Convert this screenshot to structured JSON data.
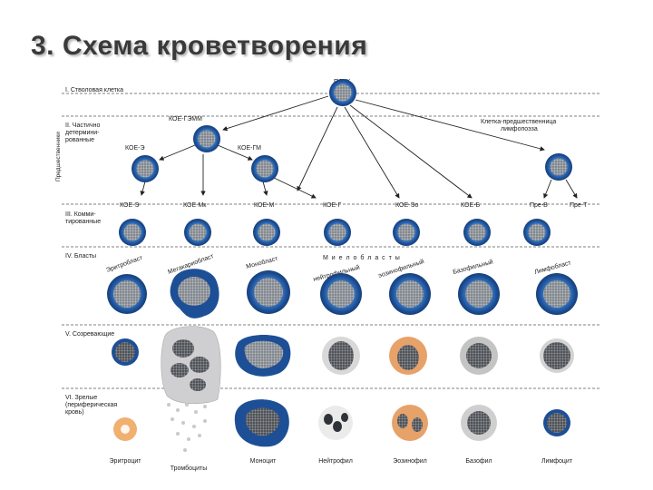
{
  "title": "3. Схема кроветворения",
  "side_label": "Предшественники",
  "rows": [
    {
      "label": [
        "I. Стволовая клетка"
      ]
    },
    {
      "label": [
        "II. Частично",
        "детермини-",
        "рованные"
      ]
    },
    {
      "label": [
        "III. Комми-",
        "тированные"
      ]
    },
    {
      "label": [
        "IV. Бласты"
      ]
    },
    {
      "label": [
        "V. Созревающие"
      ]
    },
    {
      "label": [
        "VI. Зрелые",
        "(периферическая",
        "кровь)"
      ]
    }
  ],
  "level1": {
    "pskk": "ПСКК"
  },
  "level2": {
    "koe_gemm": "КОЕ-ГЭММ",
    "lymph_precursor": [
      "Клетка-предшественница",
      "лимфопоэза"
    ]
  },
  "level2b": {
    "koe_e_bfu": "КОЕ-Э",
    "koe_gm": "КОЕ-ГМ"
  },
  "level3": [
    "КОЕ-Э",
    "КОЕ-Мк",
    "КОЕ-М",
    "КОЕ-Г",
    "КОЕ-Эо",
    "КОЕ-Б",
    "Пре-В",
    "Пре-Т"
  ],
  "blasts_header": "М и е л о б л а с т ы",
  "blasts": [
    "Эритробласт",
    "Мегакариобласт",
    "Монобласт",
    "нейтрофильный",
    "эозинофильный",
    "Базофильный",
    "Лимфобласт"
  ],
  "mature": [
    "Эритроцит",
    "Тромбоциты",
    "Моноцит",
    "Нейтрофил",
    "Эозинофил",
    "Базофил",
    "Лимфоцит"
  ],
  "colors": {
    "cell_ring": "#1d4f96",
    "nucleus": "#8a8f96",
    "eosinophil": "#e7a26a",
    "erythrocyte": "#f0b070",
    "megakaryocyte": "#c8c8c8",
    "arrow": "#222222"
  }
}
